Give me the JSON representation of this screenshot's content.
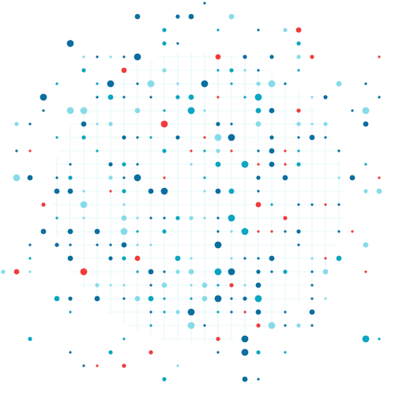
{
  "palette": {
    "background": "#ffffff",
    "grid": "#d6f1f4",
    "navy": "#0b6e9f",
    "teal": "#0aa6c2",
    "sky": "#86dbe8",
    "red": "#f23b3b"
  },
  "pattern": {
    "description_shown": false,
    "grid_visible": true,
    "dot_colors": [
      "navy",
      "teal",
      "sky",
      "red"
    ]
  }
}
